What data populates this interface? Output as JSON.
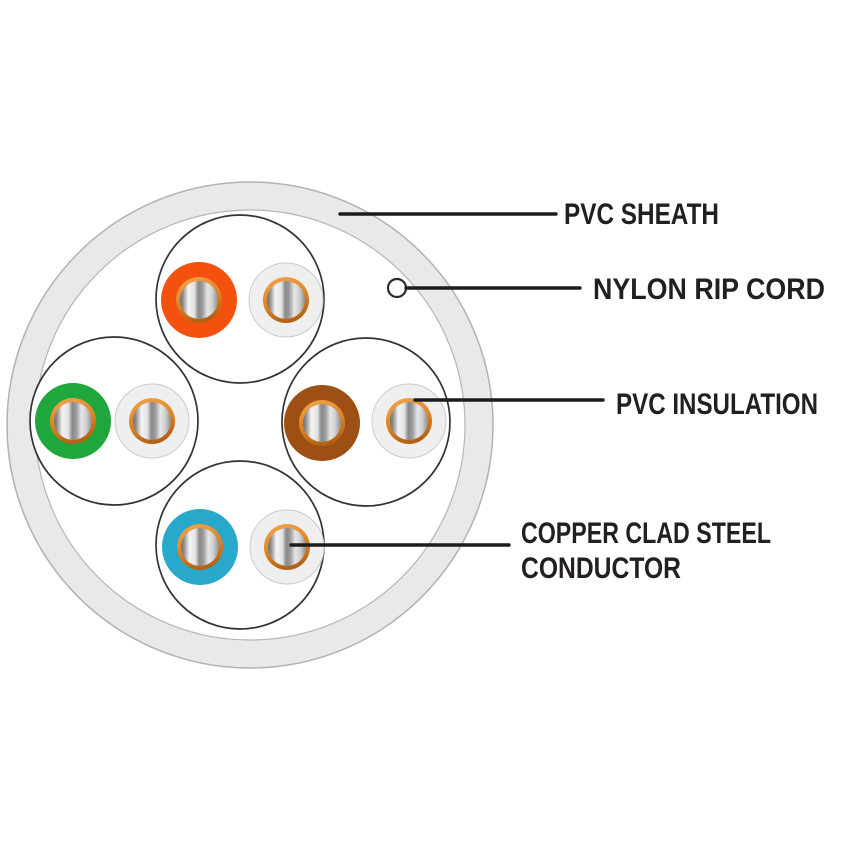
{
  "labels": {
    "pvc_sheath": "PVC SHEATH",
    "nylon_rip_cord": "NYLON RIP CORD",
    "pvc_insulation": "PVC INSULATION",
    "copper_clad_steel_line1": "COPPER CLAD STEEL",
    "copper_clad_steel_line2": "CONDUCTOR"
  },
  "colors": {
    "orange_insulation": "#F4500E",
    "green_insulation": "#1FA63C",
    "brown_insulation": "#9E5014",
    "blue_insulation": "#28A8CB",
    "white_insulation": "#EFEFF0",
    "sheath_fill": "#E9E9EB",
    "interior_fill": "#FFFFFF",
    "copper_light": "#F2A24A",
    "copper_mid": "#DD8526",
    "copper_dark": "#B05E12",
    "leader_line": "#1C1C1C",
    "label_text": "#231F20"
  }
}
